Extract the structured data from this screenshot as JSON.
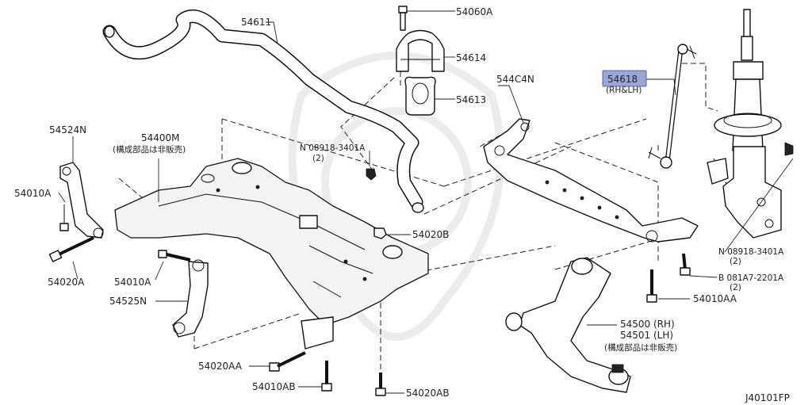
{
  "diagram_code": "J40101FP",
  "highlight_color": "#9aa6d8",
  "labels": {
    "p54611": "54611",
    "p54060A": "54060A",
    "p54614": "54614",
    "p54613": "54613",
    "p54618": "54618",
    "p54618_note": "(RH&LH)",
    "p544C4N": "544C4N",
    "p54524N": "54524N",
    "p54400M": "54400M",
    "p54400M_note": "(構成部品は非販売)",
    "p08918_1": "N 08918-3401A",
    "p08918_1_qty": "(2)",
    "p08918_2": "N 08918-3401A",
    "p08918_2_qty": "(2)",
    "p081A7": "B 081A7-2201A",
    "p081A7_qty": "(2)",
    "p54010A_1": "54010A",
    "p54010A_2": "54010A",
    "p54020A": "54020A",
    "p54525N": "54525N",
    "p54020B": "54020B",
    "p54010AA": "54010AA",
    "p54500": "54500 (RH)",
    "p54501": "54501 (LH)",
    "p54500_note": "(構成部品は非販売)",
    "p54020AA": "54020AA",
    "p54010AB": "54010AB",
    "p54020AB": "54020AB"
  }
}
